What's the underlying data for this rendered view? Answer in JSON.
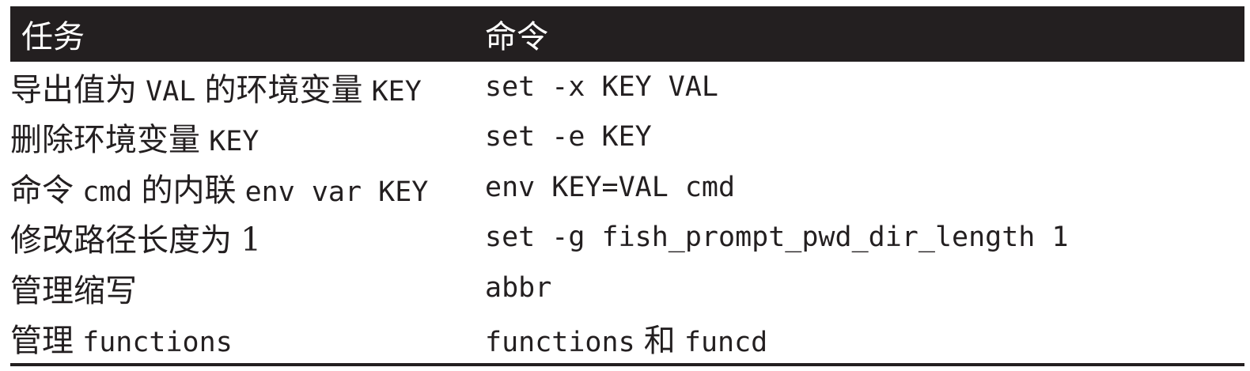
{
  "colors": {
    "ink": "#231f20",
    "header_bg": "#231f20",
    "header_text": "#ffffff",
    "page_bg": "#ffffff"
  },
  "table": {
    "headers": [
      "任务",
      "命令"
    ],
    "rows": [
      {
        "task": [
          {
            "t": "导出值为 ",
            "f": "cjk"
          },
          {
            "t": "VAL",
            "f": "mono"
          },
          {
            "t": " 的环境变量 ",
            "f": "cjk"
          },
          {
            "t": "KEY",
            "f": "mono"
          }
        ],
        "command": [
          {
            "t": "set -x KEY VAL",
            "f": "mono"
          }
        ]
      },
      {
        "task": [
          {
            "t": "删除环境变量 ",
            "f": "cjk"
          },
          {
            "t": "KEY",
            "f": "mono"
          }
        ],
        "command": [
          {
            "t": "set -e KEY",
            "f": "mono"
          }
        ]
      },
      {
        "task": [
          {
            "t": "命令 ",
            "f": "cjk"
          },
          {
            "t": "cmd",
            "f": "mono"
          },
          {
            "t": " 的内联 ",
            "f": "cjk"
          },
          {
            "t": "env var KEY",
            "f": "mono"
          }
        ],
        "command": [
          {
            "t": "env KEY=VAL cmd",
            "f": "mono"
          }
        ]
      },
      {
        "task": [
          {
            "t": "修改路径长度为 ",
            "f": "cjk"
          },
          {
            "t": "1",
            "f": "serif"
          }
        ],
        "command": [
          {
            "t": "set -g fish_prompt_pwd_dir_length 1",
            "f": "mono"
          }
        ]
      },
      {
        "task": [
          {
            "t": "管理缩写",
            "f": "cjk"
          }
        ],
        "command": [
          {
            "t": "abbr",
            "f": "mono"
          }
        ]
      },
      {
        "task": [
          {
            "t": "管理 ",
            "f": "cjk"
          },
          {
            "t": "functions",
            "f": "mono"
          }
        ],
        "command": [
          {
            "t": "functions",
            "f": "mono"
          },
          {
            "t": " 和 ",
            "f": "cjk"
          },
          {
            "t": "funcd",
            "f": "mono"
          }
        ]
      }
    ]
  }
}
